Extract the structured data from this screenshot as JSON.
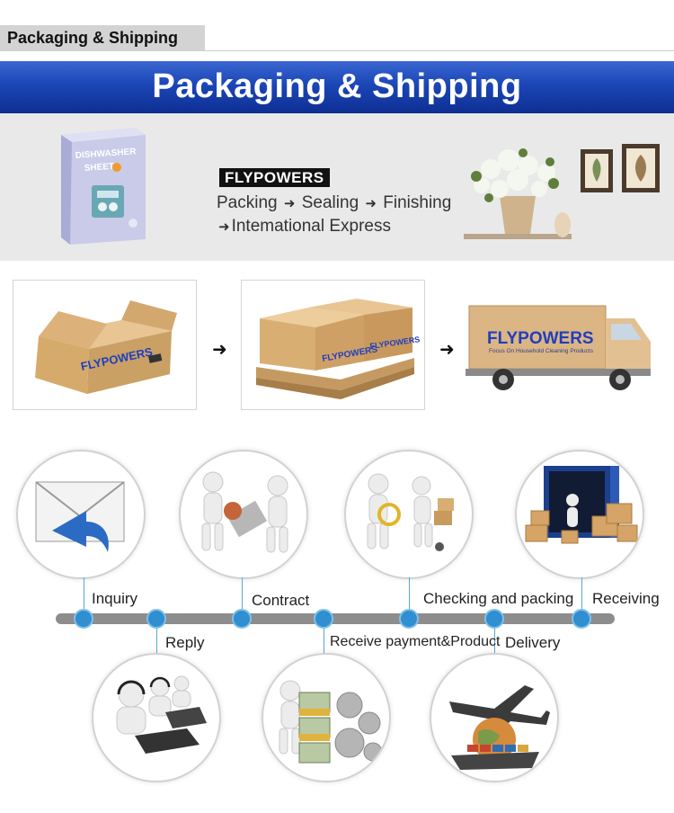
{
  "header": {
    "tab_title": "Packaging & Shipping",
    "banner_title": "Packaging & Shipping"
  },
  "feature": {
    "brand": "FLYPOWERS",
    "product_box_text": "DISHWASHER SHEET",
    "steps_line1": [
      "Packing",
      "Sealing",
      "Finishing"
    ],
    "steps_line2": "Intemational Express"
  },
  "shipping": {
    "box_brand": "FLYPOWERS",
    "pallet_brand": "FLYPOWERS",
    "truck_brand": "FLYPOWERS",
    "truck_tagline": "Focus On Household Cleaning Products"
  },
  "process": {
    "steps": [
      {
        "label": "Inquiry"
      },
      {
        "label": "Reply"
      },
      {
        "label": "Contract"
      },
      {
        "label": "Receive payment&Product"
      },
      {
        "label": "Checking and packing"
      },
      {
        "label": "Delivery"
      },
      {
        "label": "Receiving"
      }
    ]
  },
  "colors": {
    "banner_blue": "#1b46b6",
    "timeline_grey": "#8d8d8d",
    "dot_blue": "#2f8fd0",
    "cardboard": "#d9b07a",
    "brand_blue": "#1f3fbf"
  }
}
